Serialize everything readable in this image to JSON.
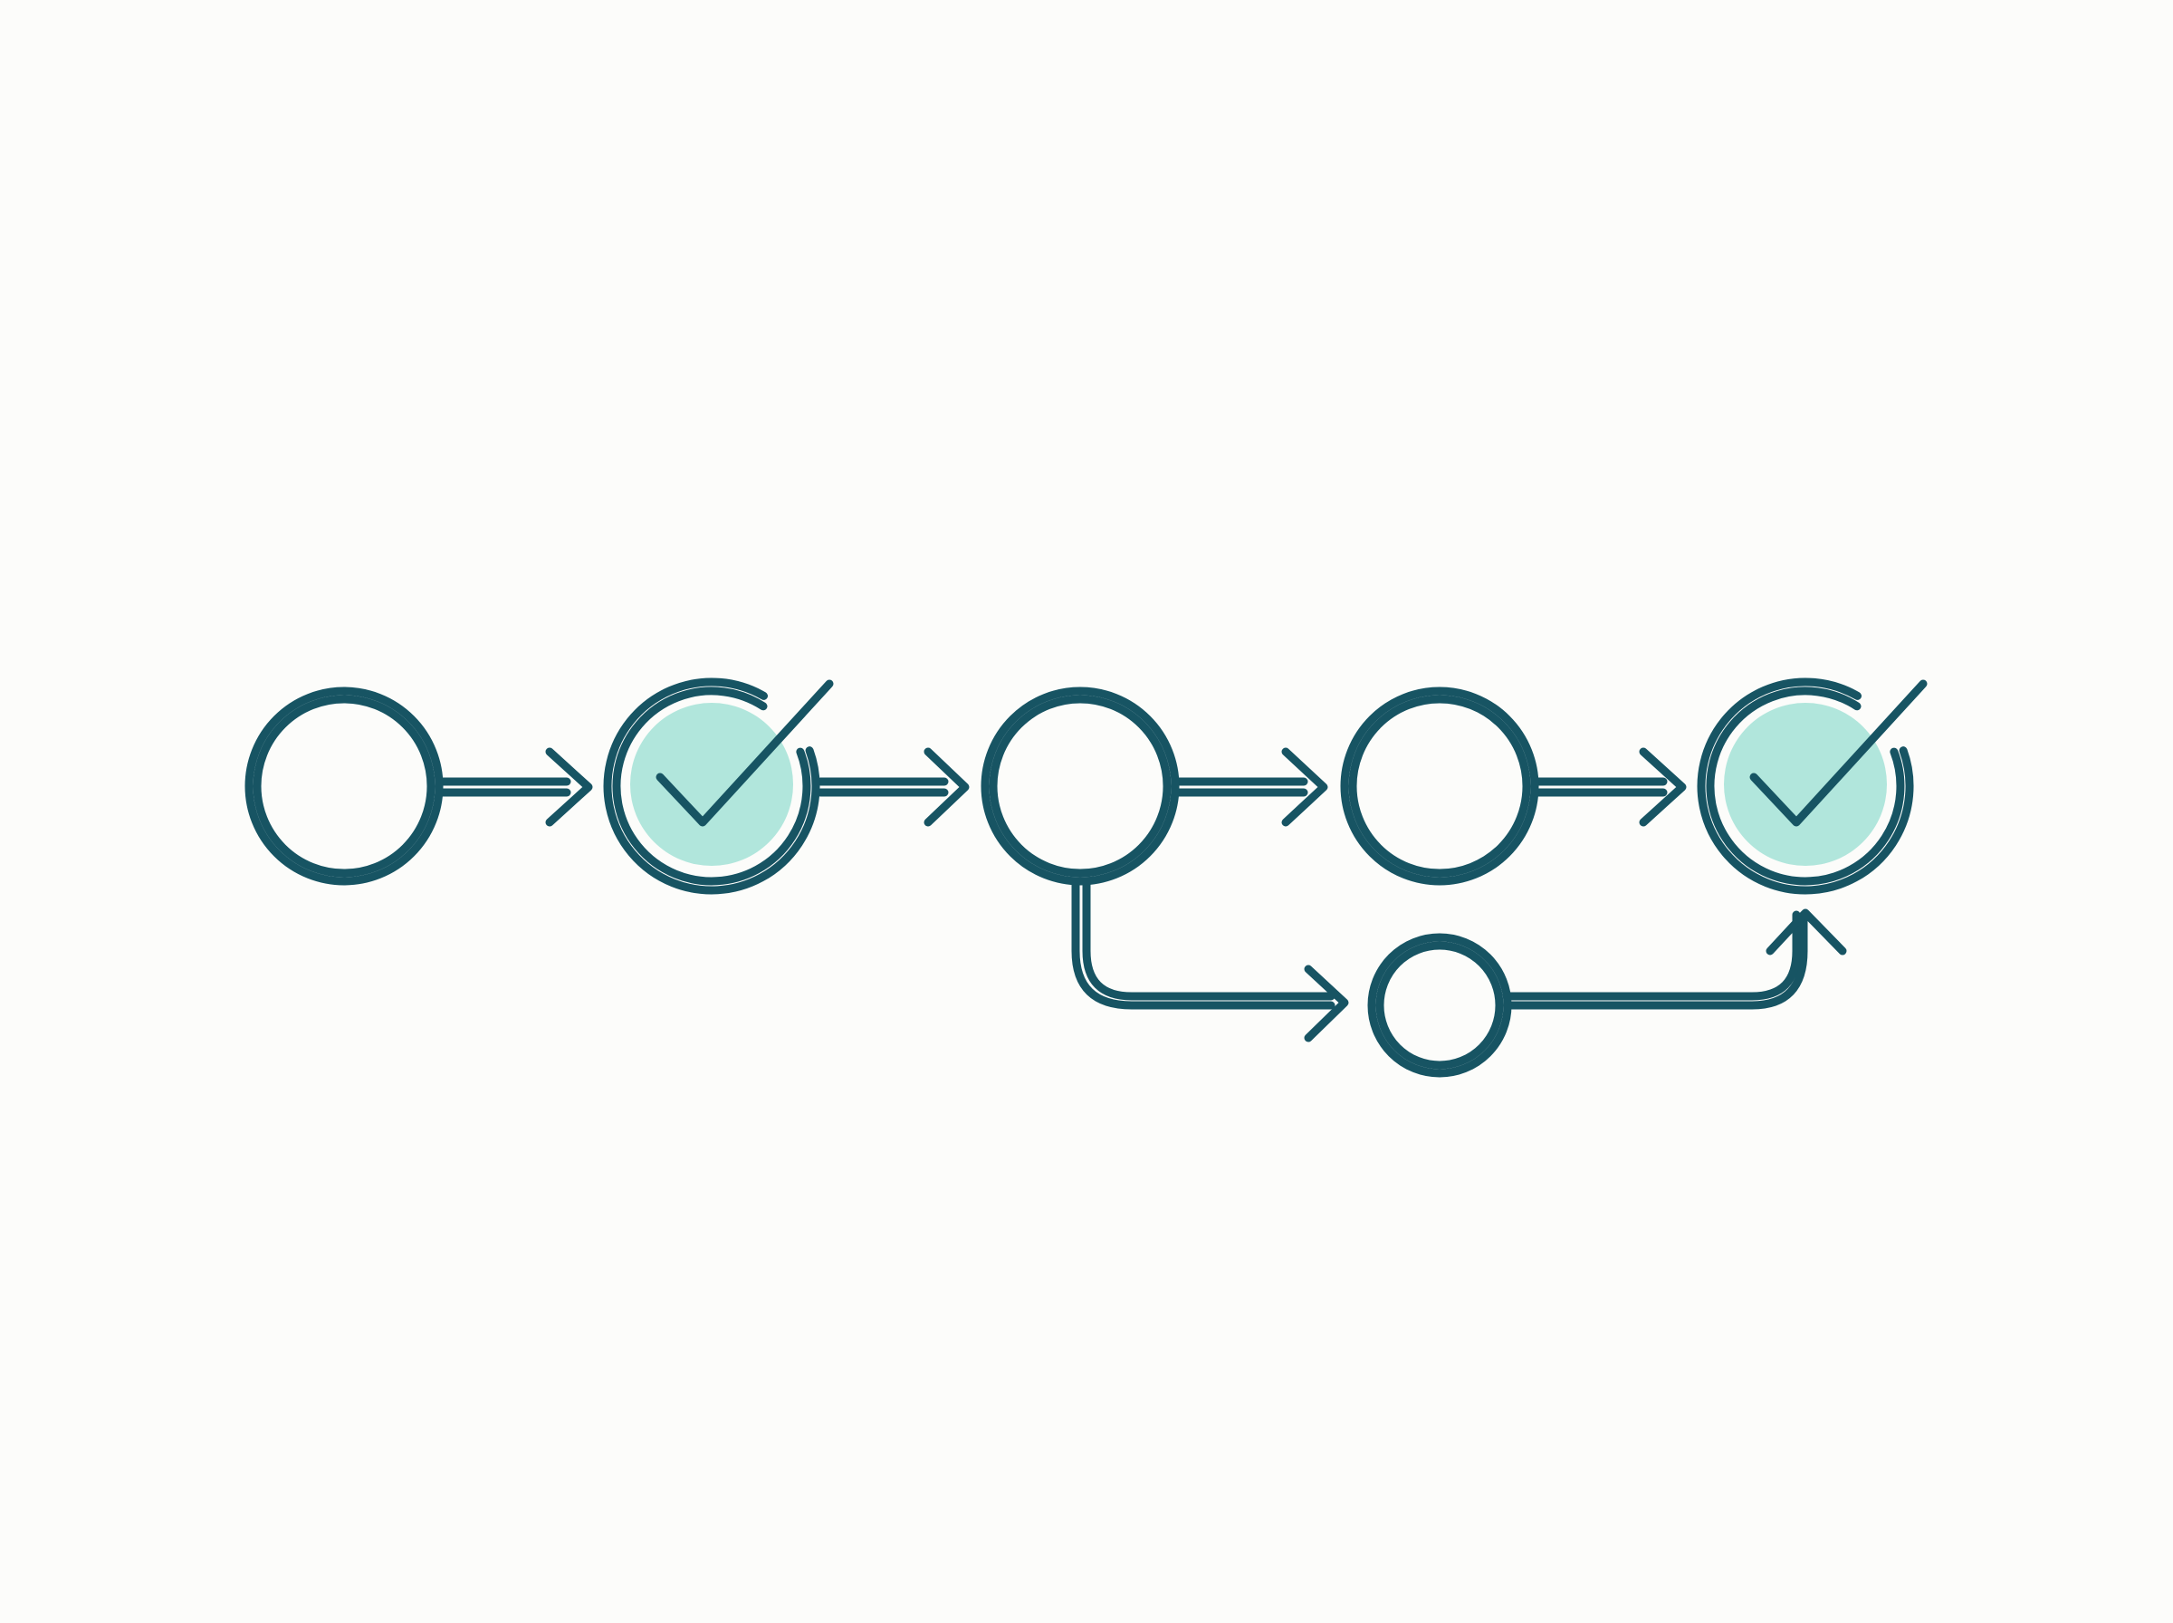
{
  "colors": {
    "background": "#fcfcfa",
    "stroke": "#175463",
    "complete_fill": "#b1e6dc"
  },
  "steps": [
    {
      "id": "step-1",
      "status": "pending",
      "icon": "empty-circle"
    },
    {
      "id": "step-2",
      "status": "complete",
      "icon": "check-circle-icon"
    },
    {
      "id": "step-3",
      "status": "pending",
      "icon": "empty-circle"
    },
    {
      "id": "step-4",
      "status": "pending",
      "icon": "empty-circle"
    },
    {
      "id": "step-5",
      "status": "complete",
      "icon": "check-circle-icon"
    },
    {
      "id": "branch-step",
      "status": "pending",
      "icon": "empty-circle"
    }
  ],
  "connections": [
    {
      "from": "step-1",
      "to": "step-2"
    },
    {
      "from": "step-2",
      "to": "step-3"
    },
    {
      "from": "step-3",
      "to": "step-4"
    },
    {
      "from": "step-4",
      "to": "step-5"
    },
    {
      "from": "step-3",
      "to": "branch-step"
    },
    {
      "from": "branch-step",
      "to": "step-5"
    }
  ]
}
